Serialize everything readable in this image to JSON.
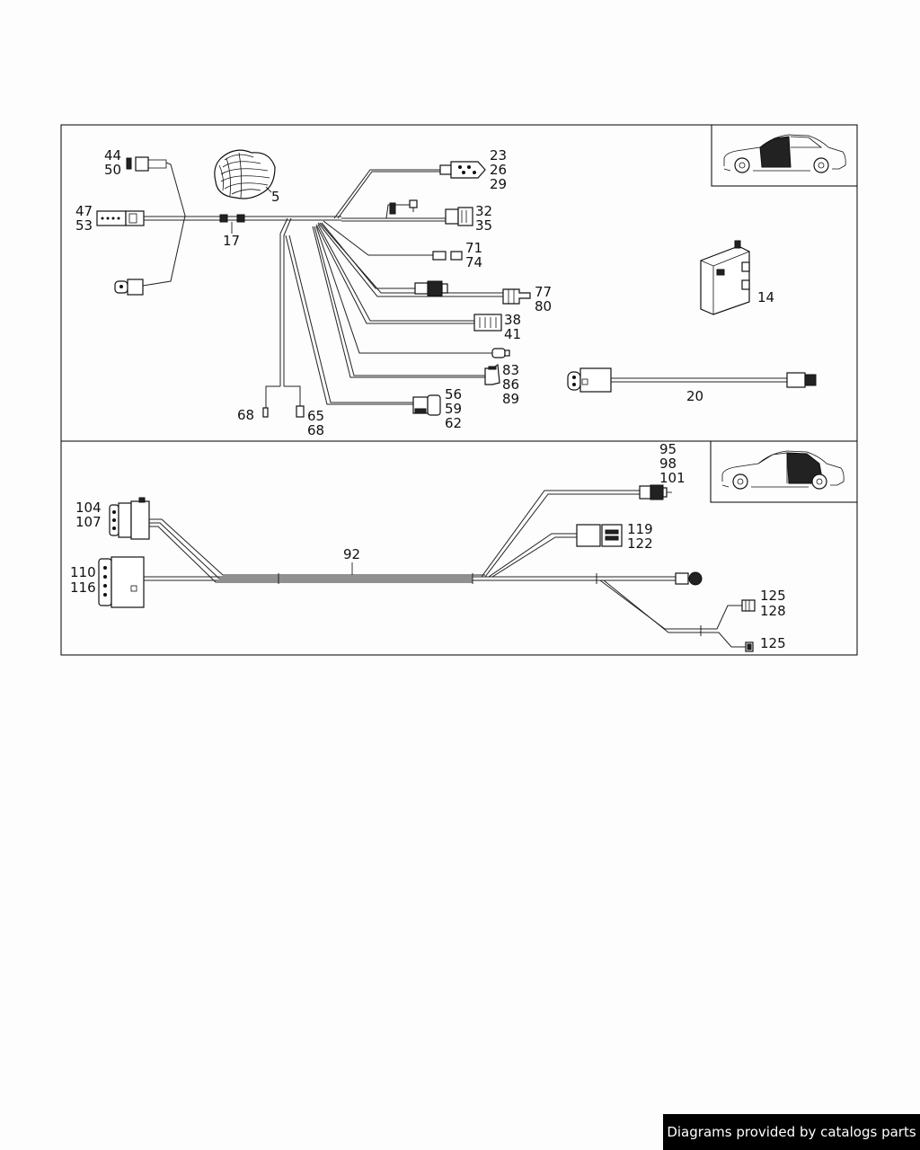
{
  "upper_panel": {
    "callouts": {
      "c5": "5",
      "c14": "14",
      "c17": "17",
      "c20": "20",
      "c23": [
        "23",
        "26",
        "29"
      ],
      "c32": [
        "32",
        "35"
      ],
      "c38": [
        "38",
        "41"
      ],
      "c44": [
        "44",
        "50"
      ],
      "c47": [
        "47",
        "53"
      ],
      "c56": [
        "56",
        "59",
        "62"
      ],
      "c65": [
        "65",
        "68"
      ],
      "c68": "68",
      "c71": [
        "71",
        "74"
      ],
      "c77": [
        "77",
        "80"
      ],
      "c83": [
        "83",
        "86",
        "89"
      ]
    }
  },
  "lower_panel": {
    "callouts": {
      "c92": "92",
      "c95": [
        "95",
        "98",
        "101"
      ],
      "c104": [
        "104",
        "107"
      ],
      "c110": [
        "110",
        "116"
      ],
      "c119": [
        "119",
        "122"
      ],
      "c125a": [
        "125",
        "128"
      ],
      "c125b": "125"
    }
  },
  "footer": {
    "credit": "Diagrams provided by catalogs parts"
  }
}
